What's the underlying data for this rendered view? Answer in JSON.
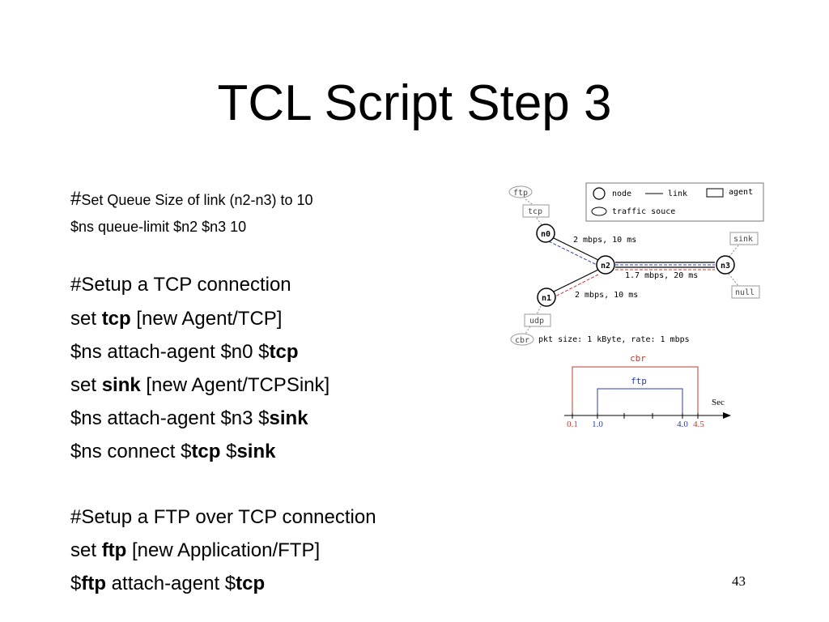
{
  "slide": {
    "title": "TCL Script Step 3",
    "page_number": "43"
  },
  "code": {
    "queue_comment_hash": "#",
    "queue_comment_text": "Set Queue Size of link (n2-n3) to 10",
    "queue_limit": "$ns queue-limit $n2 $n3 10",
    "tcp_comment": "#Setup a TCP connection",
    "tcp_set_pre": "set ",
    "tcp_set_var": "tcp",
    "tcp_set_post": " [new Agent/TCP]",
    "tcp_attach_pre": "$ns attach-agent $n0 $",
    "tcp_attach_var": "tcp",
    "sink_set_pre": "set ",
    "sink_set_var": "sink",
    "sink_set_post": " [new Agent/TCPSink]",
    "sink_attach_pre": "$ns attach-agent $n3 $",
    "sink_attach_var": "sink",
    "connect_pre": "$ns connect $",
    "connect_var1": "tcp",
    "connect_mid": " $",
    "connect_var2": "sink",
    "ftp_comment": "#Setup a FTP over TCP connection",
    "ftp_set_pre": "set ",
    "ftp_set_var": "ftp",
    "ftp_set_post": " [new Application/FTP]",
    "ftp_attach_pre": "$",
    "ftp_attach_var": "ftp",
    "ftp_attach_mid": " attach-agent $",
    "ftp_attach_var2": "tcp"
  },
  "diagram": {
    "legend": {
      "node": "node",
      "link": "link",
      "agent": "agent",
      "traffic_source": "traffic souce"
    },
    "nodes": {
      "n0": "n0",
      "n1": "n1",
      "n2": "n2",
      "n3": "n3"
    },
    "agents": {
      "tcp": "tcp",
      "udp": "udp",
      "sink": "sink",
      "null": "null"
    },
    "sources": {
      "ftp": "ftp",
      "cbr": "cbr"
    },
    "links": {
      "n0_n2": "2 mbps, 10 ms",
      "n1_n2": "2 mbps, 10 ms",
      "n2_n3": "1.7 mbps, 20 ms"
    },
    "packet_info": "pkt size: 1 kByte, rate: 1 mbps",
    "timeline": {
      "cbr_label": "cbr",
      "ftp_label": "ftp",
      "axis_label": "Sec",
      "ticks": {
        "t01": "0.1",
        "t10": "1.0",
        "t40": "4.0",
        "t45": "4.5"
      },
      "cbr_color": "#c0392b",
      "ftp_color": "#2c3ea8"
    }
  }
}
